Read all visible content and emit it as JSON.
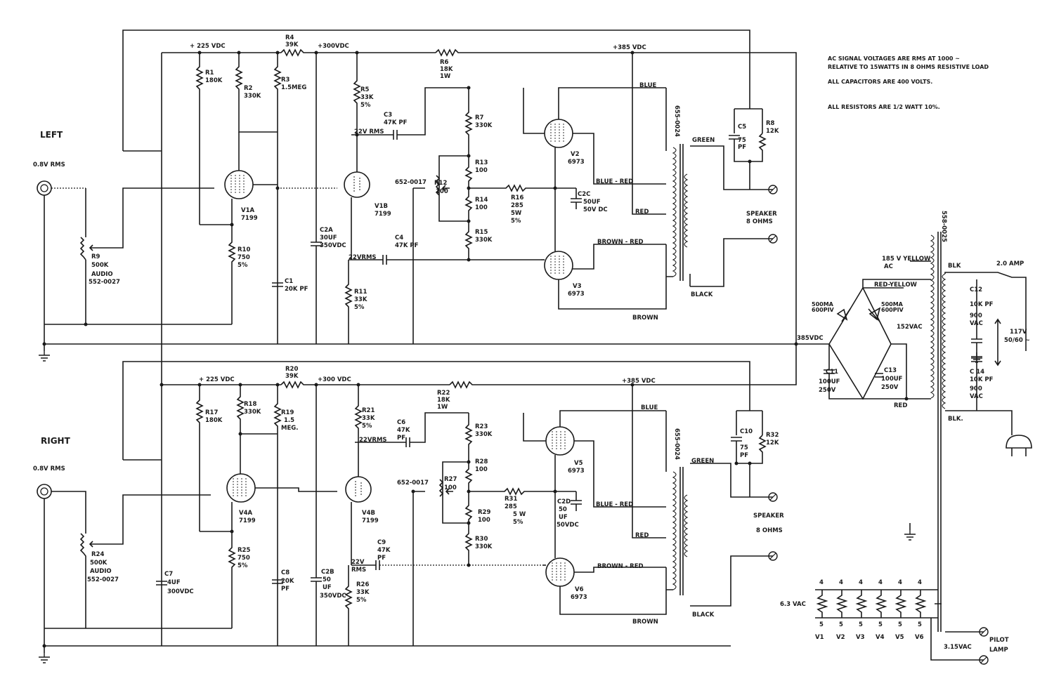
{
  "notes": [
    "AC SIGNAL VOLTAGES ARE RMS AT 1000 ~",
    "RELATIVE TO 15WATTS IN 8 OHMS RESISTIVE LOAD",
    "ALL CAPACITORS ARE 400 VOLTS.",
    "ALL RESISTORS ARE 1/2 WATT 10%."
  ],
  "left": {
    "title": "LEFT",
    "input": "0.8V RMS",
    "rails": {
      "b225": "+ 225 VDC",
      "b300": "+300VDC",
      "b385": "+385 VDC"
    },
    "parts": {
      "r1": [
        "R1",
        "180K"
      ],
      "r2": [
        "R2",
        "330K"
      ],
      "r3": [
        "R3",
        "1.5MEG"
      ],
      "r4": [
        "R4",
        "39K"
      ],
      "r5": [
        "R5",
        "33K",
        "5%"
      ],
      "r6": [
        "R6",
        "18K",
        "1W"
      ],
      "r7": [
        "R7",
        "330K"
      ],
      "r8": [
        "R8",
        "12K"
      ],
      "r9": [
        "R9",
        "500K",
        "AUDIO",
        "552-0027"
      ],
      "r10": [
        "R10",
        "750",
        "5%"
      ],
      "r11": [
        "R11",
        "33K",
        "5%"
      ],
      "r12": [
        "R12",
        "100"
      ],
      "r13": [
        "R13",
        "100"
      ],
      "r14": [
        "R14",
        "100"
      ],
      "r15": [
        "R15",
        "330K"
      ],
      "r16": [
        "R16",
        "285",
        "5W",
        "5%"
      ],
      "c1": [
        "C1",
        "20K PF"
      ],
      "c2a": [
        "C2A",
        "30UF",
        "350VDC"
      ],
      "c2c": [
        "C2C",
        "50UF",
        "50V DC"
      ],
      "c3": [
        "C3",
        "47K PF"
      ],
      "c4": [
        "C4",
        "47K PF"
      ],
      "c5": [
        "C5",
        "75",
        "PF"
      ]
    },
    "sig1": "22V RMS",
    "sig2": "22VRMS",
    "pot_part": "652-0017",
    "tubes": {
      "v1": [
        "V1A",
        "7199"
      ],
      "v1b": [
        "V1B",
        "7199"
      ],
      "v2": [
        "V2",
        "6973"
      ],
      "v3": [
        "V3",
        "6973"
      ]
    },
    "xfmr": "655-0024",
    "wires": {
      "blue": "BLUE",
      "bluered": "BLUE - RED",
      "red": "RED",
      "brownred": "BROWN - RED",
      "brown": "BROWN",
      "green": "GREEN",
      "black": "BLACK"
    },
    "speaker": [
      "SPEAKER",
      "8 OHMS"
    ]
  },
  "right": {
    "title": "RIGHT",
    "input": "0.8V RMS",
    "rails": {
      "b225": "+ 225 VDC",
      "b300": "+300 VDC",
      "b385": "+385 VDC"
    },
    "parts": {
      "r17": [
        "R17",
        "180K"
      ],
      "r18": [
        "R18",
        "330K"
      ],
      "r19": [
        "R19",
        "1.5",
        "MEG."
      ],
      "r20": [
        "R20",
        "39K"
      ],
      "r21": [
        "R21",
        "33K",
        "5%"
      ],
      "r22": [
        "R22",
        "18K",
        "1W"
      ],
      "r23": [
        "R23",
        "330K"
      ],
      "r24": [
        "R24",
        "500K",
        "AUDIO",
        "552-0027"
      ],
      "r25": [
        "R25",
        "750",
        "5%"
      ],
      "r26": [
        "R26",
        "33K",
        "5%"
      ],
      "r27": [
        "R27",
        "100"
      ],
      "r28": [
        "R28",
        "100"
      ],
      "r29": [
        "R29",
        "100"
      ],
      "r30": [
        "R30",
        "330K"
      ],
      "r31": [
        "R31",
        "285",
        "5 W",
        "5%"
      ],
      "r32": [
        "R32",
        "12K"
      ],
      "c6": [
        "C6",
        "47K",
        "PF"
      ],
      "c7": [
        "C7",
        "4UF",
        "300VDC"
      ],
      "c8": [
        "C8",
        "20K",
        "PF"
      ],
      "c9": [
        "C9",
        "47K",
        "PF"
      ],
      "c10": [
        "C10",
        "75",
        "PF"
      ],
      "c2b": [
        "C2B",
        "50",
        "UF",
        "350VDC"
      ],
      "c2d": [
        "C2D",
        "50",
        "UF",
        "50VDC"
      ]
    },
    "sig1": "22VRMS",
    "sig2": [
      "22V",
      "RMS"
    ],
    "pot_part": "652-0017",
    "tubes": {
      "v4": [
        "V4A",
        "7199"
      ],
      "v4b": [
        "V4B",
        "7199"
      ],
      "v5": [
        "V5",
        "6973"
      ],
      "v6": [
        "V6",
        "6973"
      ]
    },
    "xfmr": "655-0024",
    "wires": {
      "blue": "BLUE",
      "bluered": "BLUE - RED",
      "red": "RED",
      "brownred": "BROWN - RED",
      "brown": "BROWN",
      "green": "GREEN",
      "black": "BLACK"
    },
    "speaker": [
      "SPEAKER",
      "8 OHMS"
    ]
  },
  "psu": {
    "xfmr": "558-0025",
    "v185": [
      "185 V YELLOW",
      "AC"
    ],
    "redyellow": "RED-YELLOW",
    "diode1": [
      "500MA",
      "600PIV"
    ],
    "diode2": [
      "500MA",
      "600PIV"
    ],
    "v152": "152VAC",
    "v385": "385VDC",
    "red": "RED",
    "blk1": "BLK",
    "blk2": "BLK.",
    "fuse": "2.0 AMP",
    "c11": [
      "C11",
      "100UF",
      "250V"
    ],
    "c13": [
      "C13",
      "100UF",
      "250V"
    ],
    "c12": [
      "C12",
      "10K PF",
      "900",
      "VAC"
    ],
    "c14": [
      "C 14",
      "10K PF",
      "900",
      "VAC"
    ],
    "mains": [
      "117V",
      "50/60 ~"
    ],
    "heater": "6.3 VAC",
    "heater_pins": [
      "4",
      "5"
    ],
    "tubes": [
      "V1",
      "V2",
      "V3",
      "V4",
      "V5",
      "V6"
    ],
    "pilot": [
      "PILOT",
      "LAMP"
    ],
    "v315": "3.15VAC"
  }
}
